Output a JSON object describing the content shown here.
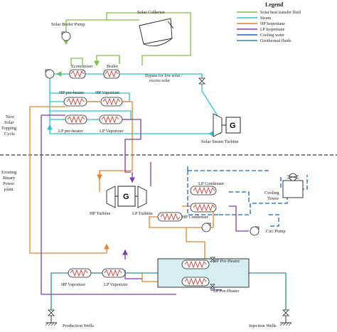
{
  "legend": {
    "title": "Legend",
    "items": [
      {
        "label": "Solar heat transfer fluid",
        "color": "#7cc242"
      },
      {
        "label": "Steam",
        "color": "#2ec3d6"
      },
      {
        "label": "HP Isopentane",
        "color": "#e8812a"
      },
      {
        "label": "LP Isopentane",
        "color": "#7a3fb5"
      },
      {
        "label": "Cooling water",
        "color": "#1f5fc9"
      },
      {
        "label": "Geothermal fluids",
        "color": "#2a8f95"
      }
    ]
  },
  "labels": {
    "solar_boiler_pump": "Solar Boiler Pump",
    "solar_collector": "Solar Collector",
    "economiser": "Economiser",
    "boiler": "Boiler",
    "bypass": "Bypass for low solar / excess solar",
    "hp_preheater_top": "HP pre-heater",
    "hp_vaporizer_top": "HP Vaporizer",
    "lp_preheater_top": "LP pre-heater",
    "lp_vaporizer_top": "LP Vaporizer",
    "solar_steam_turbine": "Solar Steam Turbine",
    "new_cycle": "New Solar Topping Cycle",
    "existing_plant": "Existing Binary Power plant",
    "hp_turbine": "HP Turbine",
    "lp_turbine": "LP Turbine",
    "lp_condenser": "LP Condenser",
    "hp_condenser": "HP Condenser",
    "cooling_tower": "Cooling Tower",
    "circ_pump": "Circ Pump",
    "hp_preheater_bottom": "HP Pre-Heater",
    "lp_preheater_bottom": "LP Pre-Heater",
    "hp_vaporizer_bottom": "HP Vaporizer",
    "lp_vaporizer_bottom": "LP Vaporizer",
    "production_wells": "Production Wells",
    "injection_wells": "Injection Wells",
    "generator": "G"
  }
}
